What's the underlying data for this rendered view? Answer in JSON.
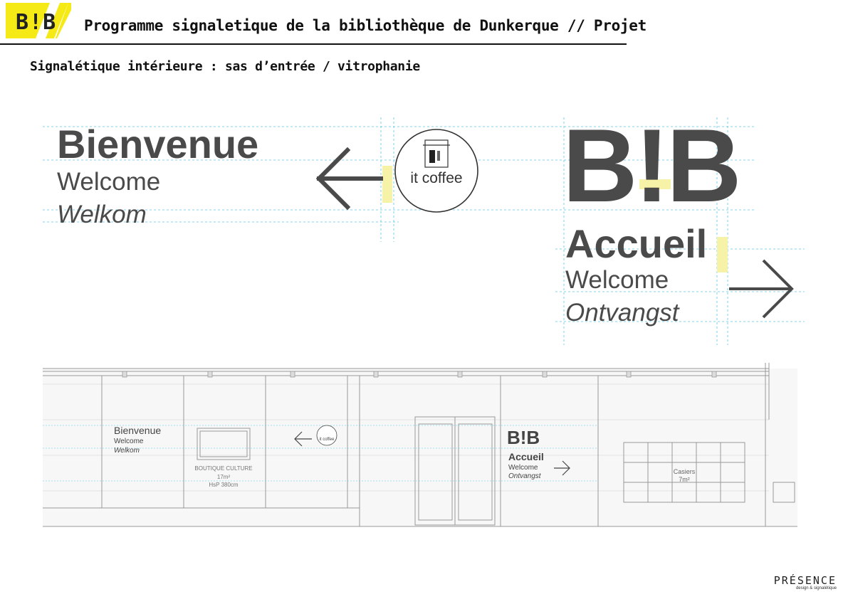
{
  "header": {
    "logo_text": "B!B",
    "title": "Programme signaletique de la bibliothèque de Dunkerque // Projet",
    "subtitle": "Signalétique intérieure : sas d’entrée / vitrophanie"
  },
  "sign_left": {
    "title": "Bienvenue",
    "line_en": "Welcome",
    "line_nl": "Welkom"
  },
  "coffee_badge": {
    "text": "it coffee"
  },
  "sign_right": {
    "logo": "B!B",
    "title": "Accueil",
    "line_en": "Welcome",
    "line_nl": "Ontvangst"
  },
  "elevation": {
    "sign_left_title": "Bienvenue",
    "sign_left_en": "Welcome",
    "sign_left_nl": "Welkom",
    "coffee": "it coffee",
    "boutique_label": "BOUTIQUE CULTURE",
    "boutique_area": "17m²",
    "boutique_height": "HsP 380cm",
    "bib_logo": "B!B",
    "accueil_title": "Accueil",
    "accueil_en": "Welcome",
    "accueil_nl": "Ontvangst",
    "casiers_label": "Casiers",
    "casiers_area": "7m²"
  },
  "footer": {
    "brand": "PRÉSENCE",
    "tagline": "design & signalétique"
  },
  "colors": {
    "guide": "#5bc8e8",
    "highlight": "#f6f3a8",
    "logo_yellow": "#f5ea16",
    "ink": "#4a4a4a"
  }
}
